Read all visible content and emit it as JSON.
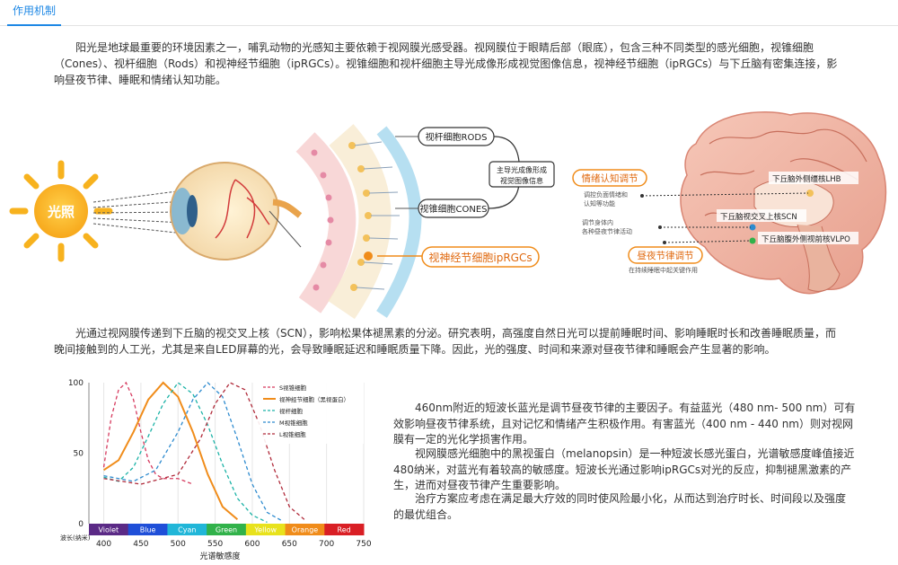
{
  "tabs": [
    {
      "label": "作用机制"
    }
  ],
  "intro_paragraph": "阳光是地球最重要的环境因素之一，哺乳动物的光感知主要依赖于视网膜光感受器。视网膜位于眼睛后部（眼底），包含三种不同类型的感光细胞，视锥细胞（Cones）、视杆细胞（Rods）和视神经节细胞（ipRGCs）。视锥细胞和视杆细胞主导光成像形成视觉图像信息，视神经节细胞（ipRGCs）与下丘脑有密集连接，影响昼夜节律、睡眠和情绪认知功能。",
  "diagram": {
    "sun_label": "光照",
    "rods_label": "视杆细胞RODS",
    "cones_label": "视锥细胞CONES",
    "vision_box": [
      "主导光成像形成",
      "视觉图像信息"
    ],
    "iprgc_label": "视神经节细胞ipRGCs",
    "emotion_title": "情绪认知调节",
    "emotion_desc": [
      "调控负面情绪和",
      "认知等功能"
    ],
    "body_desc": [
      "调节身体内",
      "各种昼夜节律活动"
    ],
    "circadian_title": "昼夜节律调节",
    "circadian_desc": "在持续睡眠中起关键作用",
    "lhb_label": "下丘脑外侧缰核LHB",
    "scn_label": "下丘脑视交叉上核SCN",
    "vlpo_label": "下丘脑腹外侧视前核VLPO"
  },
  "middle_paragraph": "光通过视网膜传递到下丘脑的视交叉上核（SCN），影响松果体褪黑素的分泌。研究表明，高强度自然日光可以提前睡眠时间、影响睡眠时长和改善睡眠质量，而晚间接触到的人工光，尤其是来自LED屏幕的光，会导致睡眠延迟和睡眠质量下降。因此，光的强度、时间和来源对昼夜节律和睡眠会产生显著的影响。",
  "right_paragraphs": [
    "460nm附近的短波长蓝光是调节昼夜节律的主要因子。有益蓝光（480 nm- 500 nm）可有效影响昼夜节律系统，且对记忆和情绪产生积极作用。有害蓝光（400 nm - 440 nm）则对视网膜有一定的光化学损害作用。",
    "视网膜感光细胞中的黑视蛋白（melanopsin）是一种短波长感光蛋白，光谱敏感度峰值接近480纳米，对蓝光有着较高的敏感度。短波长光通过影响ipRGCs对光的反应，抑制褪黑激素的产生，进而对昼夜节律产生重要影响。",
    "治疗方案应考虑在满足最大疗效的同时使风险最小化，从而达到治疗时长、时间段以及强度的最优组合。"
  ],
  "chart_data": {
    "type": "line",
    "xlabel": "光谱敏感度",
    "x_axis_title": "波长(纳米)",
    "xlim": [
      380,
      750
    ],
    "ylim": [
      0,
      100
    ],
    "xticks": [
      400,
      450,
      500,
      550,
      600,
      650,
      700,
      750
    ],
    "yticks": [
      0,
      50,
      100
    ],
    "legend_position": "top-right",
    "color_bands": [
      {
        "name": "Violet",
        "color": "#5b2a86"
      },
      {
        "name": "Blue",
        "color": "#1f4fd8"
      },
      {
        "name": "Cyan",
        "color": "#21b6d8"
      },
      {
        "name": "Green",
        "color": "#31b24a"
      },
      {
        "name": "Yellow",
        "color": "#e8e21c"
      },
      {
        "name": "Orange",
        "color": "#f08c1a"
      },
      {
        "name": "Red",
        "color": "#d91f25"
      }
    ],
    "series": [
      {
        "name": "S视锥细胞",
        "color": "#d63a5e",
        "dashed": true,
        "x": [
          400,
          410,
          420,
          430,
          440,
          450,
          460,
          470,
          480,
          500,
          520
        ],
        "y": [
          40,
          75,
          95,
          100,
          88,
          65,
          45,
          35,
          32,
          32,
          28
        ]
      },
      {
        "name": "视神经节细胞（黑视蛋白）",
        "color": "#f08c1a",
        "dashed": false,
        "x": [
          400,
          420,
          440,
          460,
          480,
          500,
          520,
          540,
          560,
          580
        ],
        "y": [
          38,
          45,
          65,
          88,
          100,
          90,
          65,
          35,
          12,
          3
        ]
      },
      {
        "name": "视杆细胞",
        "color": "#1ab2a6",
        "dashed": true,
        "x": [
          400,
          420,
          440,
          460,
          480,
          500,
          520,
          540,
          560,
          580,
          600,
          620
        ],
        "y": [
          33,
          30,
          40,
          62,
          85,
          100,
          92,
          70,
          42,
          18,
          6,
          1
        ]
      },
      {
        "name": "M视锥细胞",
        "color": "#2e8bcf",
        "dashed": true,
        "x": [
          400,
          440,
          470,
          500,
          520,
          540,
          560,
          580,
          600,
          620,
          640
        ],
        "y": [
          34,
          30,
          38,
          65,
          88,
          100,
          90,
          60,
          28,
          8,
          2
        ]
      },
      {
        "name": "L视锥细胞",
        "color": "#b02a3a",
        "dashed": true,
        "x": [
          400,
          450,
          500,
          530,
          550,
          570,
          590,
          610,
          630,
          650,
          670
        ],
        "y": [
          32,
          28,
          35,
          60,
          85,
          100,
          95,
          70,
          38,
          12,
          3
        ]
      }
    ]
  }
}
